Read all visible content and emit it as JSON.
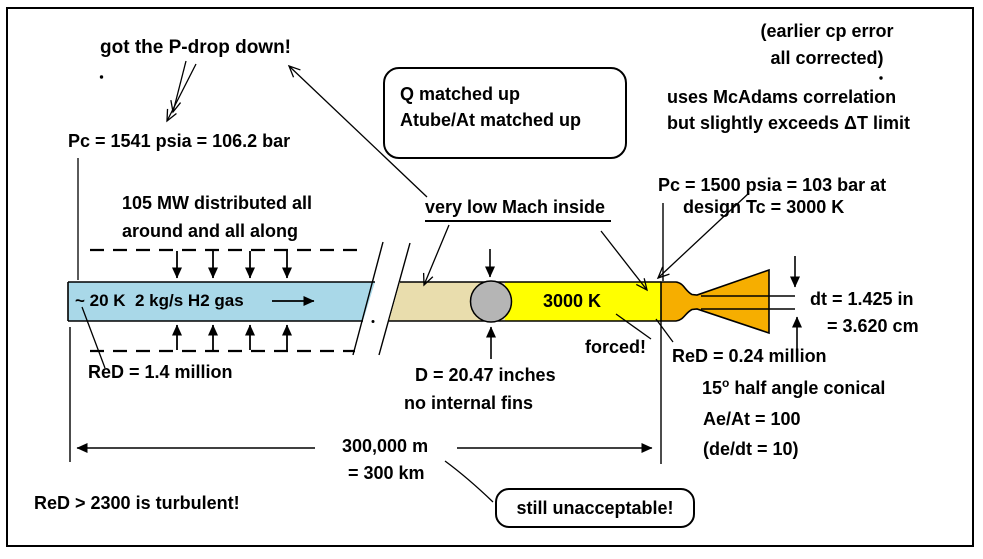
{
  "palette": {
    "tube_blue": "#a9d8e8",
    "tube_tan": "#e9ddad",
    "tube_yellow": "#ffff00",
    "nozzle_orange": "#f6ae00",
    "sphere_gray": "#b5b5b5",
    "ink": "#000000",
    "paper": "#ffffff"
  },
  "top_left": {
    "headline": "got the P-drop down!",
    "pc_inlet": "Pc = 1541 psia = 106.2 bar"
  },
  "top_right": {
    "cp_note_line1": "(earlier cp error",
    "cp_note_line2": "all corrected)",
    "mcadams_line1": "uses McAdams correlation",
    "mcadams_line2": "but slightly exceeds ΔT limit"
  },
  "callouts": {
    "q_box_line1": "Q matched up",
    "q_box_line2": "Atube/At matched up",
    "unacceptable": "still unacceptable!"
  },
  "tube": {
    "heat_line1": "105 MW distributed all",
    "heat_line2": "around and all along",
    "mach_note": "very low Mach inside",
    "flow_label": "~ 20 K  2 kg/s H2 gas",
    "reynolds": "ReD = 1.4 million",
    "diameter_line1": "D = 20.47 inches",
    "diameter_line2": "no internal fins",
    "hot_temp": "3000 K",
    "forced": "forced!",
    "length_line1": "300,000 m",
    "length_line2": "= 300 km",
    "turbulent_note": "ReD > 2300 is turbulent!"
  },
  "nozzle": {
    "pc_line1": "Pc = 1500 psia = 103 bar at",
    "pc_line2": "design Tc = 3000 K",
    "dt_line1": "dt = 1.425 in",
    "dt_line2": "= 3.620 cm",
    "reynolds": "ReD = 0.24 million",
    "half_angle_value": "15",
    "half_angle_sup": "o",
    "half_angle_text": " half angle conical",
    "area_ratio": "Ae/At = 100",
    "diameter_ratio": "(de/dt = 10)"
  }
}
